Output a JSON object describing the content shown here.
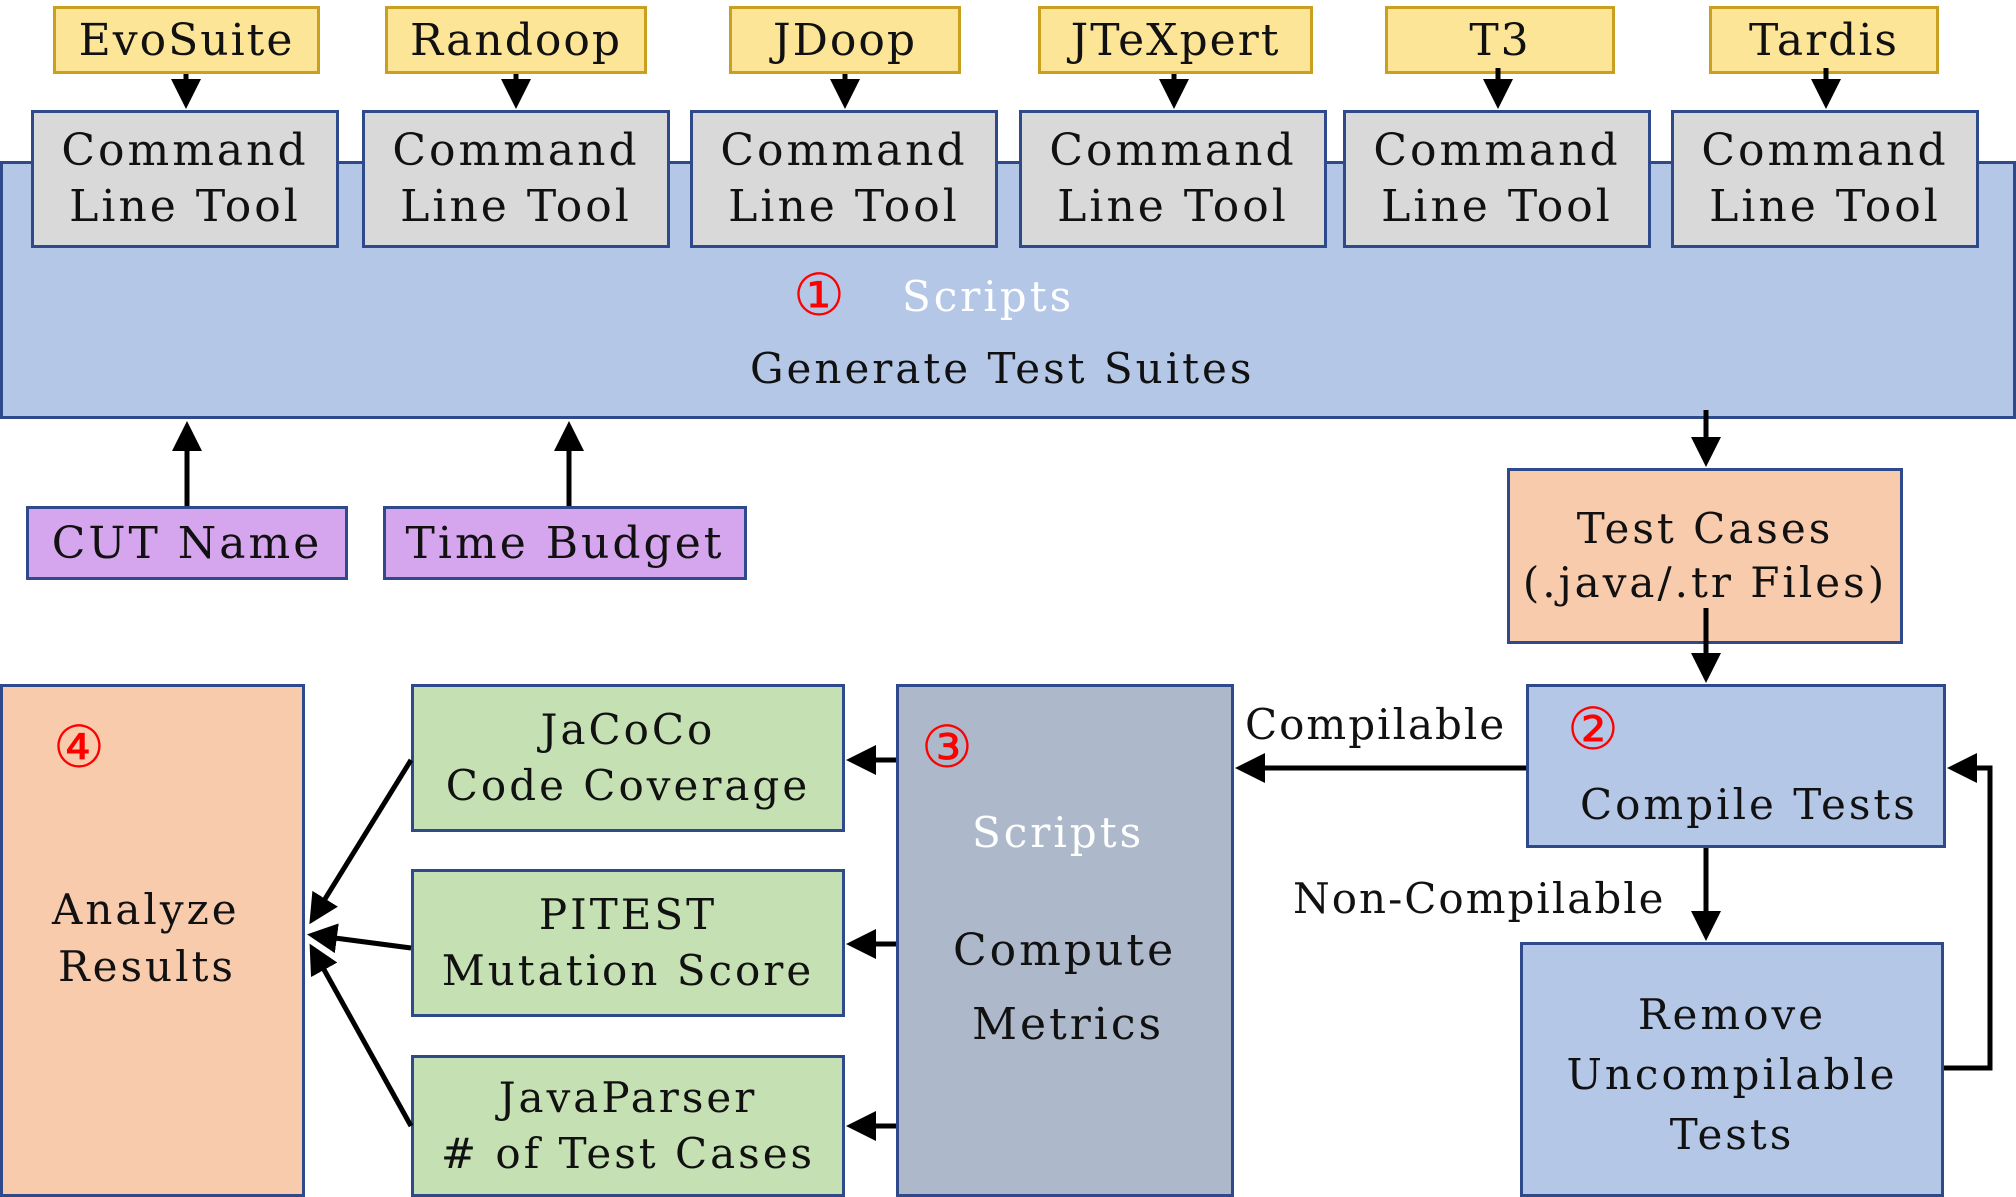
{
  "tools": [
    "EvoSuite",
    "Randoop",
    "JDoop",
    "JTeXpert",
    "T3",
    "Tardis"
  ],
  "cli": {
    "line1": "Command",
    "line2": "Line Tool"
  },
  "step1": {
    "number": "①",
    "scripts": "Scripts",
    "title": "Generate Test Suites"
  },
  "inputs": {
    "cut": "CUT Name",
    "budget": "Time Budget"
  },
  "test_cases": {
    "line1": "Test Cases",
    "line2": "(.java/.tr Files)"
  },
  "step2": {
    "number": "②",
    "title": "Compile Tests"
  },
  "edges": {
    "compilable": "Compilable",
    "non_compilable": "Non-Compilable"
  },
  "remove": {
    "line1": "Remove",
    "line2": "Uncompilable",
    "line3": "Tests"
  },
  "step3": {
    "number": "③",
    "scripts": "Scripts",
    "line1": "Compute",
    "line2": "Metrics"
  },
  "metrics": [
    {
      "tool": "JaCoCo",
      "measure": "Code Coverage"
    },
    {
      "tool": "PITEST",
      "measure": "Mutation Score"
    },
    {
      "tool": "JavaParser",
      "measure": "# of Test Cases"
    }
  ],
  "step4": {
    "number": "④",
    "line1": "Analyze",
    "line2": "Results"
  },
  "colors": {
    "tool": "#fde598",
    "cli": "#d9d9d9",
    "scripts_box": "#b4c7e7",
    "input": "#d5a5ee",
    "orange": "#f8cbad",
    "metric": "#c5e0b3",
    "compute": "#adb9ca",
    "marker": "#ff0000",
    "border": "#2f4a8a"
  }
}
